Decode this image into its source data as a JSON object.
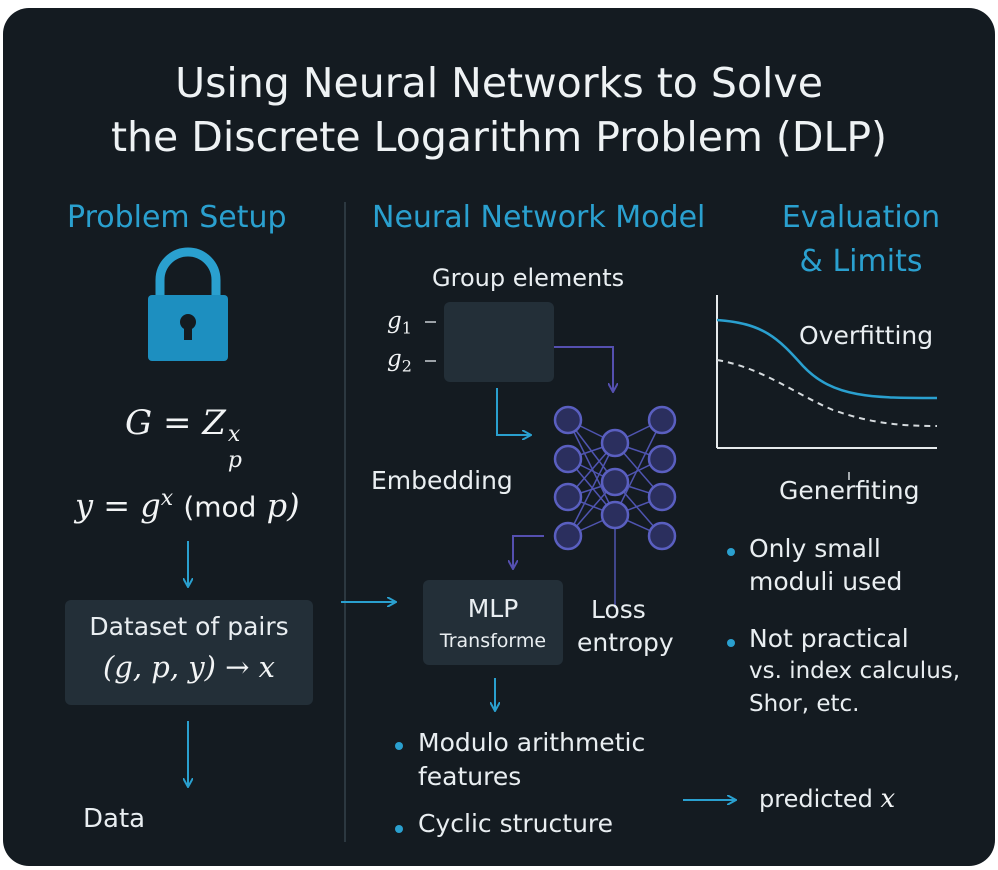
{
  "title_line1": "Using Neural Networks to Solve",
  "title_line2": "the Discrete Logarithm Problem (DLP)",
  "setup": {
    "heading": "Problem Setup",
    "group_eq": "G = Z",
    "group_sub": "p",
    "group_sup": "x",
    "y_eq_left": "y = g",
    "y_eq_sup": "x",
    "y_eq_mod": "(mod",
    "y_eq_p": "p)",
    "dataset_label": "Dataset of pairs",
    "dataset_tuple": "(g, p, y) → x",
    "data_label": "Data"
  },
  "model": {
    "heading": "Neural Network Model",
    "group_elements": "Group elements",
    "g1": "g",
    "g1_sub": "1",
    "g2": "g",
    "g2_sub": "2",
    "embedding": "Embedding",
    "mlp": "MLP",
    "transformer": "Transforme",
    "loss_line1": "Loss",
    "loss_line2": "entropy",
    "bullets": [
      "Modulo arithmetic features",
      "Cyclic structure"
    ],
    "bullet1_line1": "Modulo arithmetic",
    "bullet1_line2": "features"
  },
  "evaluation": {
    "heading_line1": "Evaluation",
    "heading_line2": "& Limits",
    "overfitting": "Overfitting",
    "generalization": "Generfiting",
    "bullet1_line1": "Only small",
    "bullet1_line2": "moduli used",
    "bullet2_line1": "Not practical",
    "bullet2_line2": "vs. index calculus,",
    "bullet2_line3": "Shor, etc.",
    "predicted": "predicted",
    "predicted_var": "x"
  },
  "colors": {
    "background": "#141b21",
    "accent": "#2aa0cf",
    "node": "#2e3266",
    "node_stroke": "#5a5fc0",
    "purple_line": "#5550b0",
    "text": "#e9eef1"
  }
}
